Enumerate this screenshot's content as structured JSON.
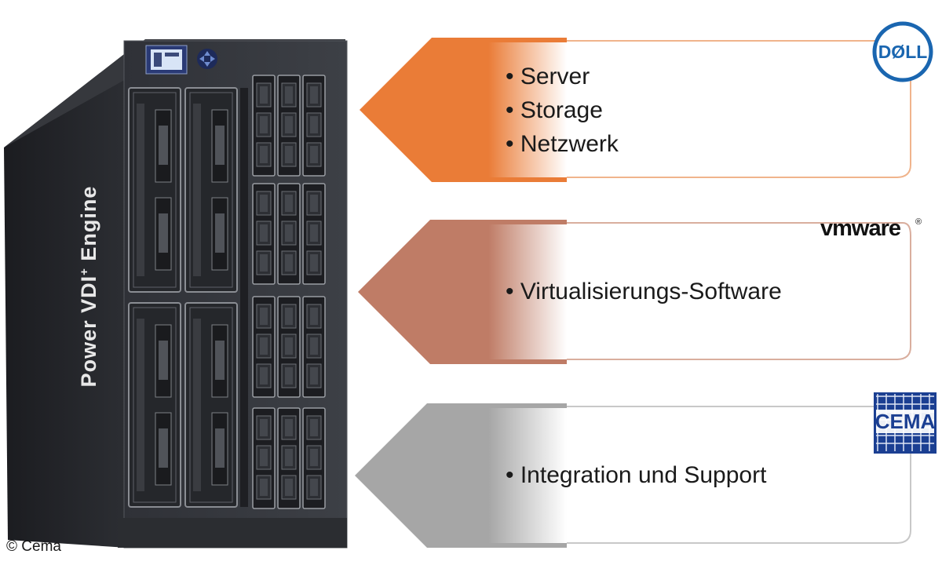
{
  "server": {
    "label": "Power VDI",
    "label_suffix": "+",
    "label_tail": " Engine"
  },
  "rows": [
    {
      "arrow_color": "#ea7c37",
      "outline_color": "#f0b48c",
      "bullets": [
        "Server",
        "Storage",
        "Netzwerk"
      ],
      "logo": {
        "text": "DØLL",
        "icon": "dell-logo-icon",
        "color": "#1a66b0"
      }
    },
    {
      "arrow_color": "#bf7c66",
      "outline_color": "#d9ae9e",
      "bullets": [
        "Virtualisierungs-Software"
      ],
      "logo": {
        "text": "vmware",
        "mark": "®",
        "icon": "vmware-logo-icon",
        "color": "#111111"
      }
    },
    {
      "arrow_color": "#a6a6a6",
      "outline_color": "#c8c8c8",
      "bullets": [
        "Integration und Support"
      ],
      "logo": {
        "text": "CEMA",
        "icon": "cema-logo-icon",
        "color": "#1b3f92"
      }
    }
  ],
  "copyright": "© Cema"
}
